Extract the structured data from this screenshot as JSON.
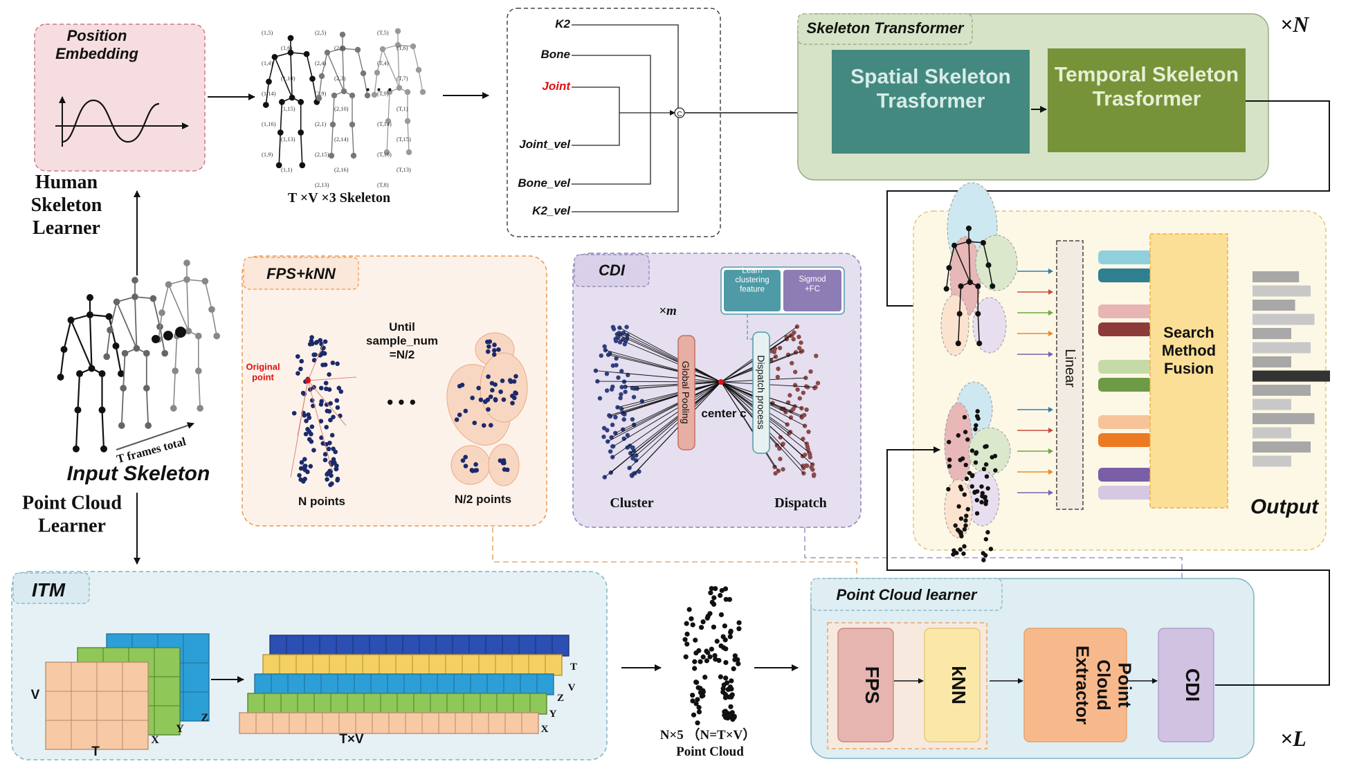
{
  "position_embedding": {
    "title": "Position\nEmbedding"
  },
  "skeleton_seq": {
    "caption": "T ×V ×3  Skeleton",
    "dots": "· · ·",
    "joint_labels": [
      "(1,5)",
      "(1,6)",
      "(1,4)",
      "(1,10)",
      "(1,14)",
      "(1,15)",
      "(1,16)",
      "(1,13)",
      "(1,9)",
      "(1,1)",
      "(2,5)",
      "(2,6)",
      "(2,4)",
      "(2,3)",
      "(2,9)",
      "(2,10)",
      "(2,1)",
      "(2,14)",
      "(2,15)",
      "(2,16)",
      "(2,13)",
      "(T,5)",
      "(T,6)",
      "(T,4)",
      "(T,7)",
      "(T,9)",
      "(T,1)",
      "(T,14)",
      "(T,15)",
      "(T,16)",
      "(T,13)",
      "(T,8)"
    ]
  },
  "modalities": {
    "items": [
      {
        "label": "K2",
        "color": "#111111"
      },
      {
        "label": "Bone",
        "color": "#111111"
      },
      {
        "label": "Joint",
        "color": "#e01010"
      },
      {
        "label": "Joint_vel",
        "color": "#111111"
      },
      {
        "label": "Bone_vel",
        "color": "#111111"
      },
      {
        "label": "K2_vel",
        "color": "#111111"
      }
    ],
    "concat_symbol": "C"
  },
  "skeleton_transformer": {
    "title": "Skeleton Transformer",
    "repeat": "×N",
    "spatial": "Spatial Skeleton\nTrasformer",
    "temporal": "Temporal Skeleton\nTrasformer"
  },
  "human_skeleton_learner": {
    "label": "Human\nSkeleton\nLearner"
  },
  "input_skeleton": {
    "label": "Input Skeleton",
    "frames": "T frames total"
  },
  "point_cloud_learner_label": {
    "label": "Point Cloud\nLearner"
  },
  "fps_knn": {
    "title": "FPS+kNN",
    "original_point": "Original\npoint",
    "until": "Until\nsample_num\n=N/2",
    "dots": "• • •",
    "n_points": "N points",
    "half_points": "N/2 points"
  },
  "cdi": {
    "title": "CDI",
    "times_m": "×m",
    "learn": "Learn\nclustering\nfeature",
    "sigmod": "Sigmod\n+FC",
    "global_pooling": "Global Pooling",
    "dispatch_process": "Dispatch process",
    "center": "center c",
    "cluster": "Cluster",
    "dispatch": "Dispatch"
  },
  "output": {
    "title": "Output",
    "linear": "Linear",
    "fusion": "Search\nMethod\nFusion",
    "feature_colors": [
      "#8fd0de",
      "#2e7f8f",
      "#e7b5b5",
      "#8d3a3a",
      "#c5daa6",
      "#6c9a45",
      "#f7c49a",
      "#ec7a22",
      "#7b5ea8",
      "#d5c8e3"
    ],
    "arrow_colors": [
      "#2a7fb0",
      "#c94a3c",
      "#6fa83a",
      "#e8892a",
      "#7a5fb0"
    ],
    "bar_levels": [
      0.6,
      0.75,
      0.55,
      0.8,
      0.5,
      0.75,
      0.5,
      1.0,
      0.75,
      0.5,
      0.8,
      0.5,
      0.75,
      0.5
    ]
  },
  "itm": {
    "title": "ITM",
    "V": "V",
    "T": "T",
    "X": "X",
    "Y": "Y",
    "Z": "Z",
    "TV": "T×V"
  },
  "point_cloud": {
    "caption1": "N×5 （N=T×V）",
    "caption2": "Point Cloud"
  },
  "point_cloud_learner": {
    "title": "Point Cloud learner",
    "repeat": "×L",
    "fps": "FPS",
    "knn": "kNN",
    "extractor": "Point\nCloud\nExtractor",
    "cdi": "CDI"
  }
}
